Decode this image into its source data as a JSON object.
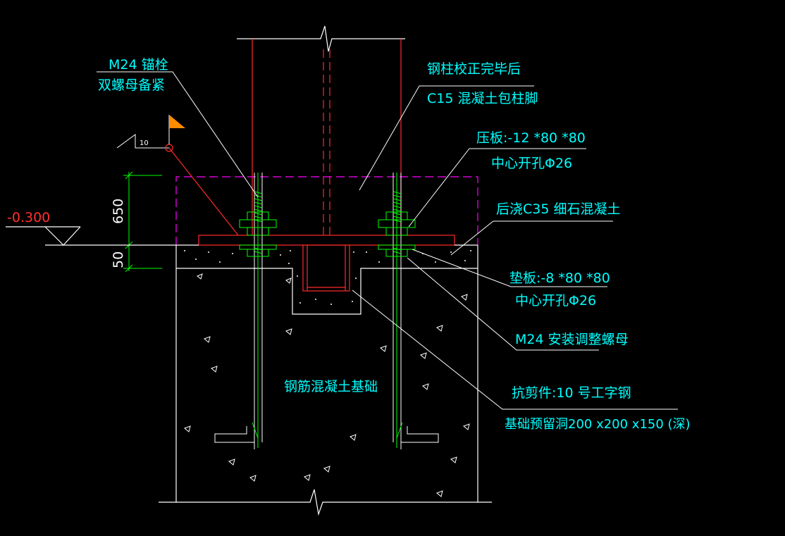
{
  "colors": {
    "background": "#000000",
    "text": "#00ffff",
    "steel": "#ff2a2a",
    "bolt": "#00ff00",
    "outline": "#ffffff",
    "encasement_outline": "#ff00ff",
    "flag": "#ff8c00"
  },
  "labels": {
    "anchor_bolt_line1": "M24 锚栓",
    "anchor_bolt_line2": "双螺母备紧",
    "encasement_line1": "钢柱校正完毕后",
    "encasement_line2": "C15 混凝土包柱脚",
    "press_plate_line1": "压板:-12 *80 *80",
    "press_plate_line2": "中心开孔Φ26",
    "grout": "后浇C35 细石混凝土",
    "shim_plate_line1": "垫板:-8 *80 *80",
    "shim_plate_line2": "中心开孔Φ26",
    "leveling_nut": "M24 安装调整螺母",
    "shear_key_line1": "抗剪件:10 号工字钢",
    "shear_key_line2": "基础预留洞200 x200 x150 (深)",
    "foundation": "钢筋混凝土基础"
  },
  "dimensions": {
    "upper": "650",
    "lower": "50",
    "elevation": "-0.300",
    "weld_size": "10"
  }
}
